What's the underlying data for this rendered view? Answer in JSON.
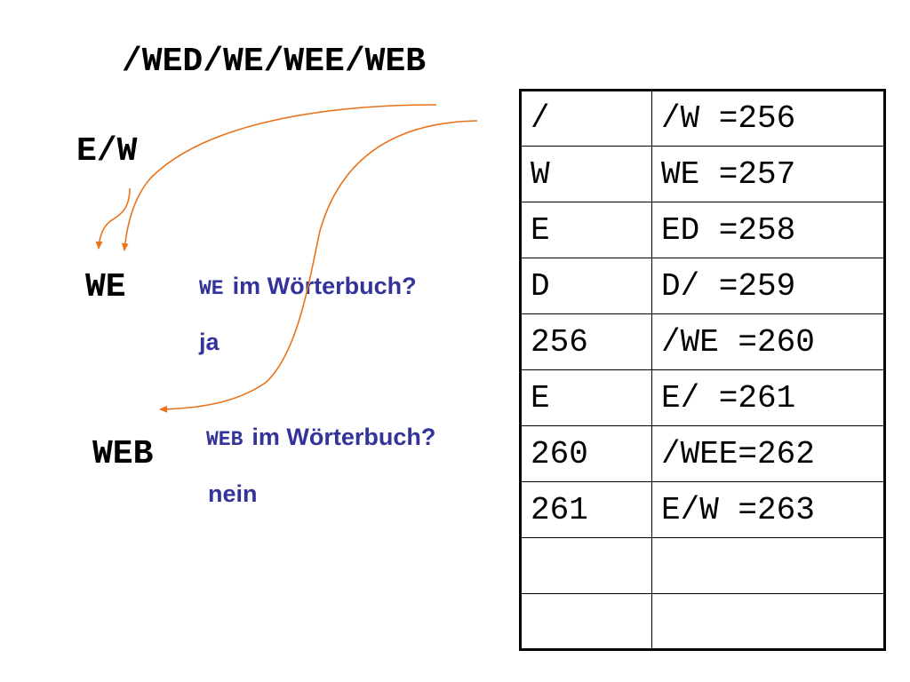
{
  "title": "/WED/WE/WEE/WEB",
  "current_string": "E/W",
  "step1": {
    "label": "WE",
    "question_code": "WE",
    "question_text": "im Wörterbuch?",
    "answer": "ja"
  },
  "step2": {
    "label": "WEB",
    "question_code": "WEB",
    "question_text": "im Wörterbuch?",
    "answer": "nein"
  },
  "dictionary": {
    "rows": [
      {
        "output": "/",
        "entry": "/W =256"
      },
      {
        "output": "W",
        "entry": "WE =257"
      },
      {
        "output": "E",
        "entry": "ED =258"
      },
      {
        "output": "D",
        "entry": "D/ =259"
      },
      {
        "output": "256",
        "entry": "/WE =260"
      },
      {
        "output": "E",
        "entry": "E/ =261"
      },
      {
        "output": "260",
        "entry": "/WEE=262"
      },
      {
        "output": "261",
        "entry": "E/W =263"
      },
      {
        "output": "",
        "entry": ""
      },
      {
        "output": "",
        "entry": ""
      }
    ]
  },
  "colors": {
    "arrow": "#e8731a",
    "question_text": "#333399"
  }
}
